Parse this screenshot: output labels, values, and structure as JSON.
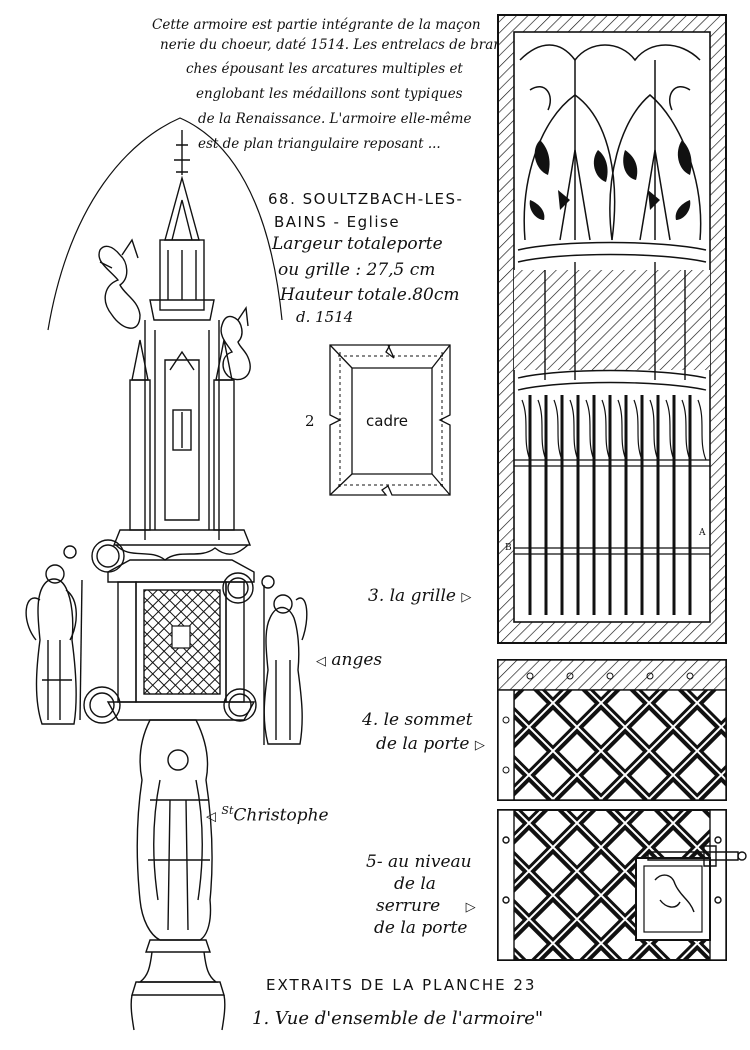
{
  "intro_note": {
    "lines": [
      "Cette armoire est partie intégrante de la maçon",
      "nerie du choeur, daté 1514. Les entrelacs de bran",
      "ches épousant les arcatures multiples et",
      "englobant les médaillons sont typiques",
      "de la Renaissance. L'armoire elle-même",
      "est de plan triangulaire reposant ..."
    ]
  },
  "entry": {
    "number_place": "68. SOULTZBACH-LES-",
    "place_cont": "BAINS - Eglise",
    "width_label": "Largeur totaleporte",
    "width_value": "ou grille : 27,5 cm",
    "height_value": "Hauteur totale.80cm",
    "date": "d. 1514"
  },
  "frame_diagram": {
    "number": "2",
    "label": "cadre"
  },
  "callouts": {
    "grille": "3. la grille",
    "anges": "anges",
    "sommet_line1": "4. le sommet",
    "sommet_line2": "de la porte",
    "christophe_prefix": "St",
    "christophe": "Christophe",
    "serrure_line1": "5- au niveau",
    "serrure_line2": "de la",
    "serrure_line3": "serrure",
    "serrure_line4": "de la porte"
  },
  "grille_letters": {
    "left": "B",
    "right": "A"
  },
  "footer": {
    "title": "EXTRAITS DE LA PLANCHE 23",
    "subtitle": "1. Vue d'ensemble de l'armoire\""
  }
}
